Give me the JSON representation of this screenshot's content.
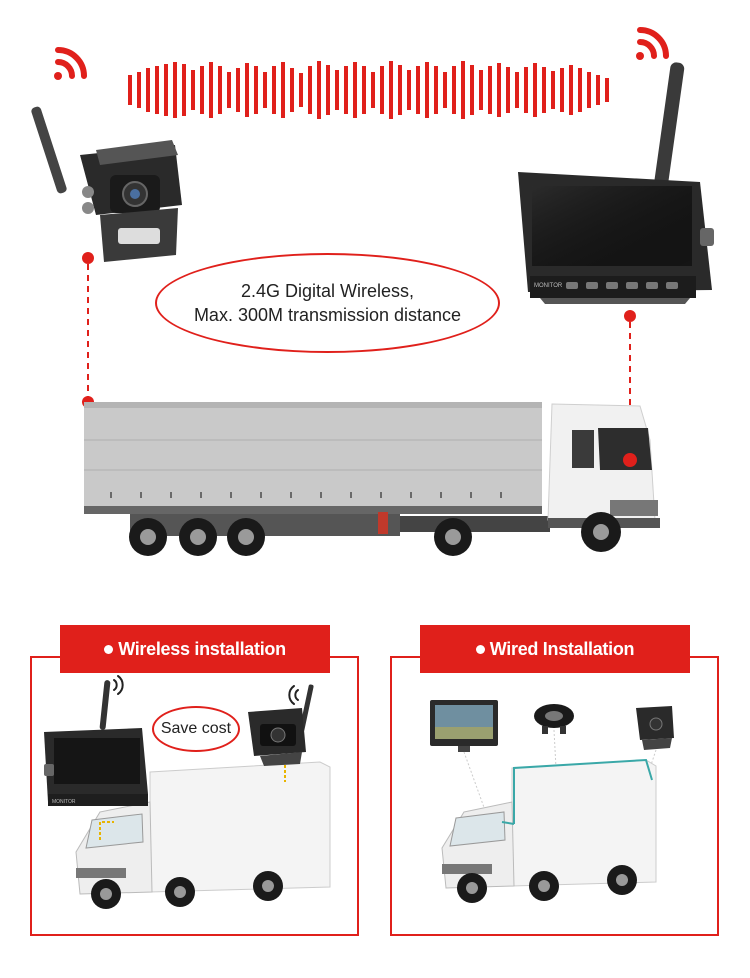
{
  "callout": {
    "line1": "2.4G Digital Wireless,",
    "line2": "Max. 300M transmission distance"
  },
  "monitor": {
    "brand": "MONITOR"
  },
  "wireless_panel": {
    "title": "Wireless installation",
    "save_label": "Save cost"
  },
  "wired_panel": {
    "title": "Wired Installation"
  },
  "colors": {
    "accent": "#e0201b",
    "truck_body": "#c8c8c8",
    "cab": "#eeeeee"
  }
}
